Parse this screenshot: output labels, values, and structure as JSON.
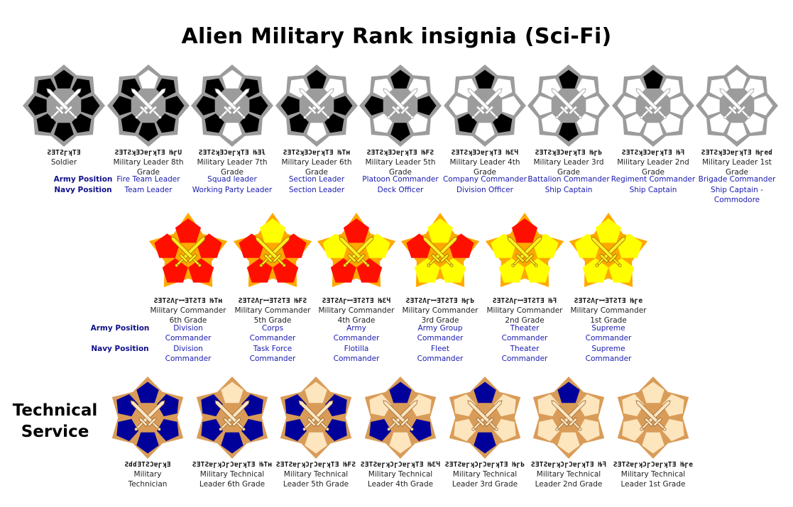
{
  "title": "Alien Military Rank insignia (Sci-Fi)",
  "labels": {
    "army": "Army Position",
    "navy": "Navy Position"
  },
  "technical_section_title": [
    "Technical",
    "Service"
  ],
  "colors": {
    "row1": {
      "border": "#9c9c9c",
      "dark": "#000000",
      "light": "#ffffff",
      "sword": "#ffffff",
      "sword_outline": "#9c9c9c"
    },
    "row2": {
      "border": "#ffa800",
      "dark": "#ff0f00",
      "light": "#ffff00",
      "sword": "#ffee22",
      "sword_outline": "#a07000"
    },
    "row3": {
      "border": "#d99c58",
      "dark": "#00009a",
      "light": "#fde5be",
      "sword": "#fce6c2",
      "sword_outline": "#9a6a35"
    },
    "position_text": "#1a1ab0",
    "row_label": "#10108a"
  },
  "rows": [
    {
      "shape": "8-point star",
      "insignia": [
        {
          "script": "ƧƎTƧɼʞTƎ",
          "name": "Soldier",
          "army": "",
          "navy": "",
          "dark_segments": [
            1,
            1,
            1,
            1,
            1,
            1,
            1,
            1
          ]
        },
        {
          "script": "ƧƎTƧʞƎƆɐɼʞTƎ ЊɼU",
          "name": "Military Leader 8th Grade",
          "army": "Fire Team Leader",
          "navy": "Team Leader",
          "dark_segments": [
            0,
            1,
            1,
            1,
            1,
            1,
            1,
            1
          ]
        },
        {
          "script": "ƧƎTƧʞƎƆɐɼʞTƎ ЊƎƚ",
          "name": "Military Leader 7th Grade",
          "army": "Squad leader",
          "navy": "Working Party Leader",
          "dark_segments": [
            0,
            1,
            1,
            1,
            0,
            1,
            1,
            1
          ]
        },
        {
          "script": "ƧƎTƧʞƎƆɐɼʞTƎ ЊTʜ",
          "name": "Military Leader 6th Grade",
          "army": "Section Leader",
          "navy": "Section Leader",
          "dark_segments": [
            1,
            0,
            1,
            1,
            0,
            1,
            1,
            0
          ]
        },
        {
          "script": "ƧƎTƧʞƎƆɐɼʞTƎ ЊFƧ",
          "name": "Military Leader 5th Grade",
          "army": "Platoon Commander",
          "navy": "Deck Officer",
          "dark_segments": [
            1,
            0,
            1,
            0,
            1,
            0,
            1,
            0
          ]
        },
        {
          "script": "ƧƎTƧʞƎƆɐɼʞTƎ ЊƐЧ",
          "name": "Military Leader 4th Grade",
          "army": "Company Commander",
          "navy": "Division Officer",
          "dark_segments": [
            1,
            0,
            0,
            1,
            0,
            1,
            0,
            0
          ]
        },
        {
          "script": "ƧƎTƧʞƎƆɐɼʞTƎ ЊɼЬ",
          "name": "Military Leader 3rd Grade",
          "army": "Battalion Commander",
          "navy": "Ship Captain",
          "dark_segments": [
            1,
            0,
            0,
            0,
            1,
            0,
            0,
            0
          ]
        },
        {
          "script": "ƧƎTƧʞƎƆɐɼʞTƎ Њꟻ",
          "name": "Military Leader 2nd Grade",
          "army": "Regiment Commander",
          "navy": "Ship Captain",
          "dark_segments": [
            1,
            0,
            0,
            0,
            0,
            0,
            0,
            0
          ]
        },
        {
          "script": "ƧƎTƧʞƎƆɐɼʞTƎ Њɼeɗ",
          "name": "Military Leader 1st Grade",
          "army": "Brigade Commander",
          "navy": "Ship Captain - Commodore",
          "dark_segments": [
            0,
            0,
            0,
            0,
            0,
            0,
            0,
            0
          ]
        }
      ]
    },
    {
      "shape": "5-point star",
      "insignia": [
        {
          "script": "ƧƎTƧɅɼꟷƎTƧTƎ ЊTʜ",
          "name": "Military Commander 6th Grade",
          "army": "Division Commander",
          "navy": "Division Commander",
          "dark_segments": [
            1,
            1,
            1,
            1,
            1
          ]
        },
        {
          "script": "ƧƎTƧɅɼꟷƎTƧTƎ ЊFƧ",
          "name": "Military Commander 5th Grade",
          "army": "Corps Commander",
          "navy": "Task Force Commander",
          "dark_segments": [
            0,
            1,
            1,
            1,
            1
          ]
        },
        {
          "script": "ƧƎTƧɅɼꟷƎTƧTƎ ЊƐЧ",
          "name": "Military Commander 4th Grade",
          "army": "Army Commander",
          "navy": "Flotilla Commander",
          "dark_segments": [
            1,
            0,
            1,
            1,
            0
          ]
        },
        {
          "script": "ƧƎTƧɅɼꟷƎTƧTƎ ЊɼЬ",
          "name": "Military Commander 3rd Grade",
          "army": "Army Group Commander",
          "navy": "Fleet Commander",
          "dark_segments": [
            0,
            1,
            0,
            0,
            1
          ]
        },
        {
          "script": "ƧƎTƧɅɼꟷƎTƧTƎ Њꟻ",
          "name": "Military Commander 2nd Grade",
          "army": "Theater Commander",
          "navy": "Theater Commander",
          "dark_segments": [
            1,
            0,
            0,
            0,
            0
          ]
        },
        {
          "script": "ƧƎTƧɅɼꟷƎTƧTƎ Њɼe",
          "name": "Military Commander 1st Grade",
          "army": "Supreme Commander",
          "navy": "Supreme Commander",
          "dark_segments": [
            0,
            0,
            0,
            0,
            0
          ]
        }
      ]
    },
    {
      "shape": "6-point star",
      "insignia": [
        {
          "script": "ƧɗɗƎTƧƆɐɼʞƎ",
          "name": "Military Technician",
          "dark_segments": [
            1,
            1,
            1,
            1,
            1,
            1
          ]
        },
        {
          "script": "ƧƎTƧɐɼʞƆɼƆɐɼʞTƎ ЊTʜ",
          "name": "Military Technical Leader 6th Grade",
          "dark_segments": [
            0,
            1,
            1,
            1,
            1,
            1
          ]
        },
        {
          "script": "ƧƎTƧɐɼʞƆɼƆɐɼʞTƎ ЊFƧ",
          "name": "Military Technical Leader 5th Grade",
          "dark_segments": [
            0,
            1,
            1,
            0,
            1,
            1
          ]
        },
        {
          "script": "ƧƎTƧɐɼʞƆɼƆɐɼʞTƎ ЊƐЧ",
          "name": "Military Technical Leader 4th Grade",
          "dark_segments": [
            1,
            0,
            1,
            0,
            1,
            0
          ]
        },
        {
          "script": "ƧƎTƧɐɼʞƆɼƆɐɼʞTƎ ЊɼЬ",
          "name": "Military Technical Leader 3rd Grade",
          "dark_segments": [
            1,
            0,
            0,
            1,
            0,
            0
          ]
        },
        {
          "script": "ƧƎTƧɐɼʞƆɼƆɐɼʞTƎ Њꟻ",
          "name": "Military Technical Leader 2nd Grade",
          "dark_segments": [
            1,
            0,
            0,
            0,
            0,
            0
          ]
        },
        {
          "script": "ƧƎTƧɐɼʞƆɼƆɐɼʞTƎ Њɼe",
          "name": "Military Technical Leader 1st Grade",
          "dark_segments": [
            0,
            0,
            0,
            0,
            0,
            0
          ]
        }
      ]
    }
  ]
}
